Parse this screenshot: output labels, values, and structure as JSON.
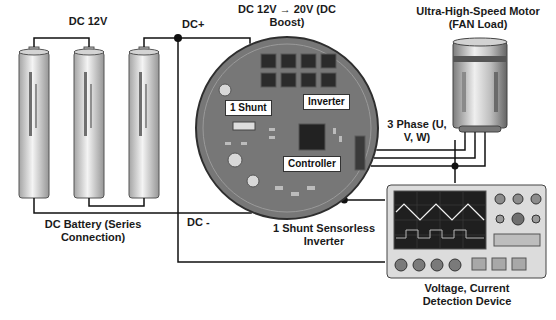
{
  "diagram": {
    "nodes": [
      {
        "text": [
          "DC Battery (Series Connection)"
        ]
      },
      {
        "text": [
          "DC 12V → 20V (DC Boost)",
          "1 Shunt Sensorless Inverter"
        ]
      },
      {
        "text": [
          "1 Shunt"
        ],
        "in": 1
      },
      {
        "text": [
          "Inverter"
        ],
        "in": 1
      },
      {
        "text": [
          "Controller"
        ],
        "in": 1
      },
      {
        "text": [
          "Ultra-High-Speed Motor (FAN Load)"
        ]
      },
      {
        "text": [
          "Voltage, Current Detection Device"
        ]
      }
    ],
    "edges": [
      {
        "from": 0,
        "to": 1,
        "arrow": "none",
        "label": "DC+"
      },
      {
        "from": 0,
        "to": 1,
        "arrow": "none",
        "label": "DC -"
      },
      {
        "from": 1,
        "to": 5,
        "arrow": "none",
        "label": "3 Phase (U, V, W)"
      },
      {
        "from": 6,
        "to": 1,
        "arrow": "none"
      },
      {
        "from": 6,
        "to": 5,
        "arrow": "none"
      }
    ],
    "labels": [
      "DC 12V"
    ]
  }
}
